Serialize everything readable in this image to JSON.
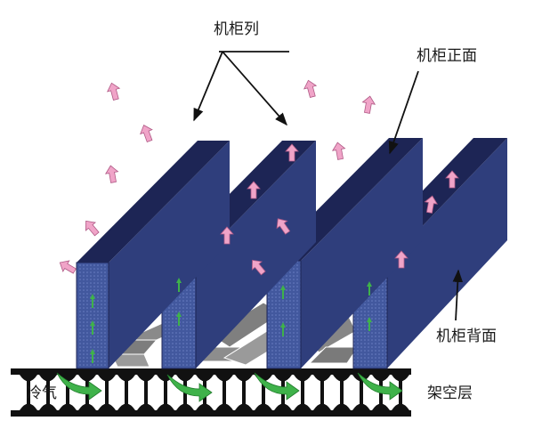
{
  "labels": {
    "rack_row": "机柜列",
    "rack_front": "机柜正面",
    "rack_back": "机柜背面",
    "cold_air": "冷气",
    "raised_floor": "架空层"
  },
  "colors": {
    "rack_front_face": "#3f549a",
    "rack_side_face": "#2f3e7c",
    "rack_top_face": "#1d2555",
    "hot_air_arrow": "#f0a4c8",
    "cold_air_arrow": "#3fb24a",
    "floor_tile": "#8a8a8a"
  },
  "icons": [
    "hot-air-arrow-icon",
    "cold-air-arrow-icon"
  ]
}
